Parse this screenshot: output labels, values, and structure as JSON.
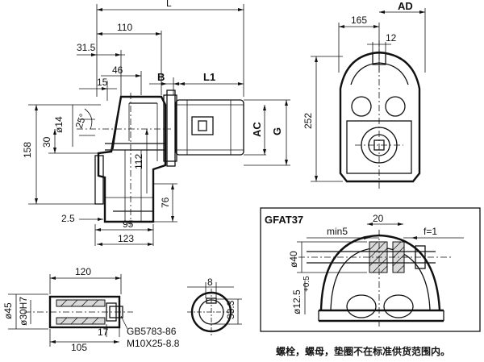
{
  "main_view": {
    "dim_L": "L",
    "dim_110": "110",
    "dim_31_5": "31.5",
    "dim_46": "46",
    "dim_15": "15",
    "dim_B": "B",
    "dim_L1": "L1",
    "dim_d14": "ø14",
    "dim_25deg": "25°",
    "dim_158": "158",
    "dim_30": "30",
    "dim_112": "112",
    "dim_76": "76",
    "dim_2_5": "2.5",
    "dim_95": "95",
    "dim_123": "123",
    "dim_AC": "AC",
    "dim_G": "G"
  },
  "side_view": {
    "dim_165": "165",
    "dim_AD": "AD",
    "dim_12": "12",
    "dim_252": "252"
  },
  "shaft_view": {
    "dim_120": "120",
    "dim_d45": "ø45",
    "dim_d30H7": "ø30H7",
    "dim_17": "17",
    "dim_105": "105",
    "callout_std": "GB5783-86",
    "callout_bolt": "M10X25-8.8"
  },
  "key_view": {
    "dim_8": "8",
    "dim_33_3": "33.3"
  },
  "detail_view": {
    "title": "GFAT37",
    "dim_min5": "min5",
    "dim_20": "20",
    "dim_f1": "f=1",
    "dim_d40": "ø40",
    "dim_d12_5": "ø12.5",
    "dim_tol": "+0.5"
  },
  "footnote": "螺栓，螺母，垫圈不在标准供货范围内。"
}
